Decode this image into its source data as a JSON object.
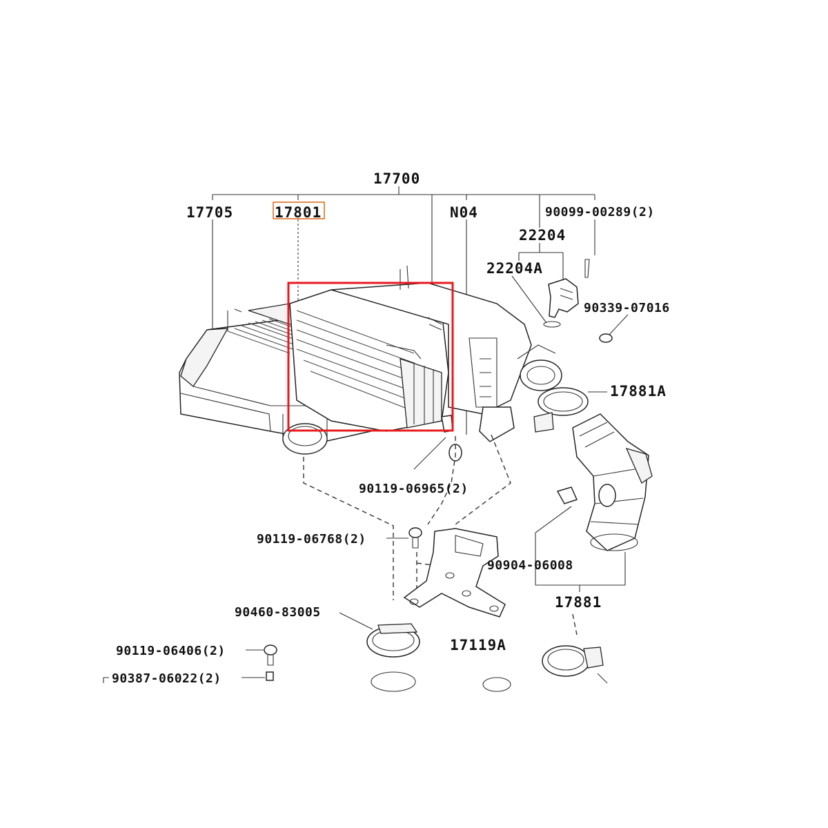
{
  "diagram": {
    "highlight_color": "#e8191d",
    "callout_color": "#e07020",
    "labels": {
      "assembly": "17700",
      "housing": "17705",
      "element": "17801",
      "n04": "N04",
      "screw_top": "90099-00289(2)",
      "sensor": "22204",
      "sensor_a": "22204A",
      "plug": "90339-07016",
      "clamp_a": "17881A",
      "bolt_mid": "90119-06965(2)",
      "bolt_left": "90119-06768(2)",
      "grommet": "90904-06008",
      "hose": "17881",
      "band": "90460-83005",
      "bracket": "17119A",
      "bolt_low": "90119-06406(2)",
      "cushion": "90387-06022(2)"
    }
  }
}
